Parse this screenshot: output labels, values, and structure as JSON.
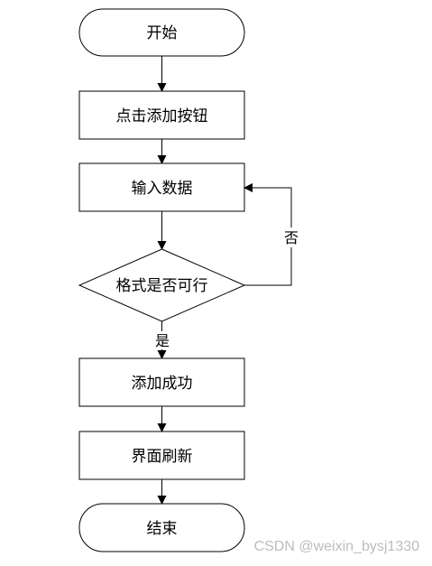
{
  "flowchart": {
    "start": "开始",
    "click_add": "点击添加按钮",
    "input_data": "输入数据",
    "format_check": "格式是否可行",
    "no_label": "否",
    "yes_label": "是",
    "add_success": "添加成功",
    "refresh": "界面刷新",
    "end": "结束"
  },
  "watermark": "CSDN @weixin_bysj1330"
}
